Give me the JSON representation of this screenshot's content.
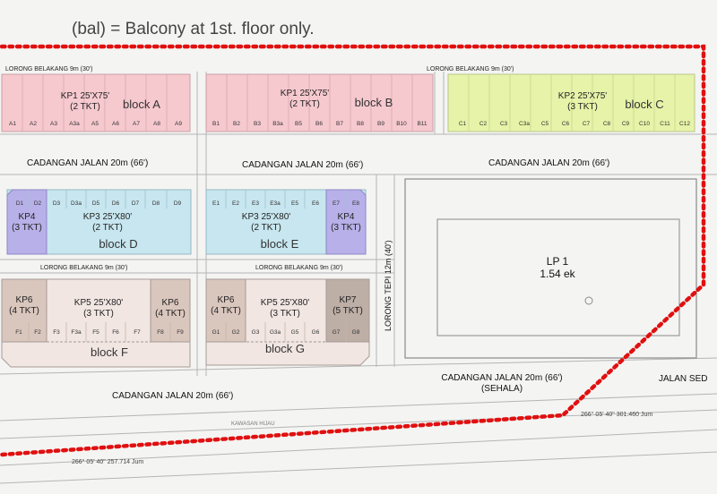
{
  "header_note": "(bal) = Balcony at 1st. floor only.",
  "roads": {
    "lorong_belakang": "LORONG BELAKANG 9m (30')",
    "cadangan_jalan": "CADANGAN JALAN 20m (66')",
    "cadangan_jalan_sehala_line1": "CADANGAN JALAN 20m (66')",
    "cadangan_jalan_sehala_line2": "(SEHALA)",
    "lorong_tepi_vertical": "LORONG TEPI 12m (40')",
    "jalan_sed": "JALAN SED",
    "kawasan_hijau": "KAWASAN HIJAU",
    "bearing_1": "266°  05'  40\"  301.460 Jum",
    "bearing_2": "266°  05'  40\"  257.714 Jum"
  },
  "blocks": {
    "a": {
      "block_label": "block  A",
      "type_label": "KP1 25'X75'",
      "tkt": "(2 TKT)",
      "lots": [
        "A1",
        "A2",
        "A3",
        "A3a",
        "A5",
        "A6",
        "A7",
        "A8",
        "A9"
      ]
    },
    "b": {
      "block_label": "block  B",
      "type_label": "KP1 25'X75'",
      "tkt": "(2 TKT)",
      "lots": [
        "B1",
        "B2",
        "B3",
        "B3a",
        "B5",
        "B6",
        "B7",
        "B8",
        "B9",
        "B10",
        "B11"
      ]
    },
    "c": {
      "block_label": "block  C",
      "type_label": "KP2 25'X75'",
      "tkt": "(3 TKT)",
      "lots": [
        "C1",
        "C2",
        "C3",
        "C3a",
        "C5",
        "C6",
        "C7",
        "C8",
        "C9",
        "C10",
        "C11",
        "C12"
      ]
    },
    "d": {
      "block_label": "block  D",
      "type_label": "KP3 25'X80'",
      "tkt": "(2 TKT)",
      "corner_type": "KP4",
      "corner_tkt": "(3 TKT)",
      "lots": [
        "D1",
        "D2",
        "D3",
        "D3a",
        "D5",
        "D6",
        "D7",
        "D8",
        "D9"
      ]
    },
    "e": {
      "block_label": "block  E",
      "type_label": "KP3 25'X80'",
      "tkt": "(2 TKT)",
      "corner_type": "KP4",
      "corner_tkt": "(3 TKT)",
      "lots": [
        "E1",
        "E2",
        "E3",
        "E3a",
        "E5",
        "E6",
        "E7",
        "E8"
      ]
    },
    "f": {
      "block_label": "block  F",
      "end_type": "KP6",
      "end_tkt": "(4 TKT)",
      "type_label": "KP5 25'X80'",
      "tkt": "(3 TKT)",
      "lots": [
        "F1",
        "F2",
        "F3",
        "F3a",
        "F5",
        "F6",
        "F7",
        "F8",
        "F9"
      ]
    },
    "g": {
      "block_label": "block  G",
      "end_type": "KP6",
      "end_tkt": "(4 TKT)",
      "type_label": "KP5 25'X80'",
      "tkt": "(3 TKT)",
      "corner_type": "KP7",
      "corner_tkt": "(5 TKT)",
      "lots": [
        "G1",
        "G2",
        "G3",
        "G3a",
        "G5",
        "G6",
        "G7",
        "G8"
      ]
    }
  },
  "lp1": {
    "label": "LP 1",
    "area": "1.54 ek"
  },
  "colors": {
    "block_ab": "#f6c9cf",
    "block_c": "#e6f3a8",
    "block_de": "#c7e6ef",
    "corner_kp4": "#b8b0e8",
    "block_fg": "#f1e6e2",
    "kp6": "#d9c6bd",
    "kp7": "#bdaea6",
    "boundary": "#e01010",
    "road_text": "#111111"
  }
}
